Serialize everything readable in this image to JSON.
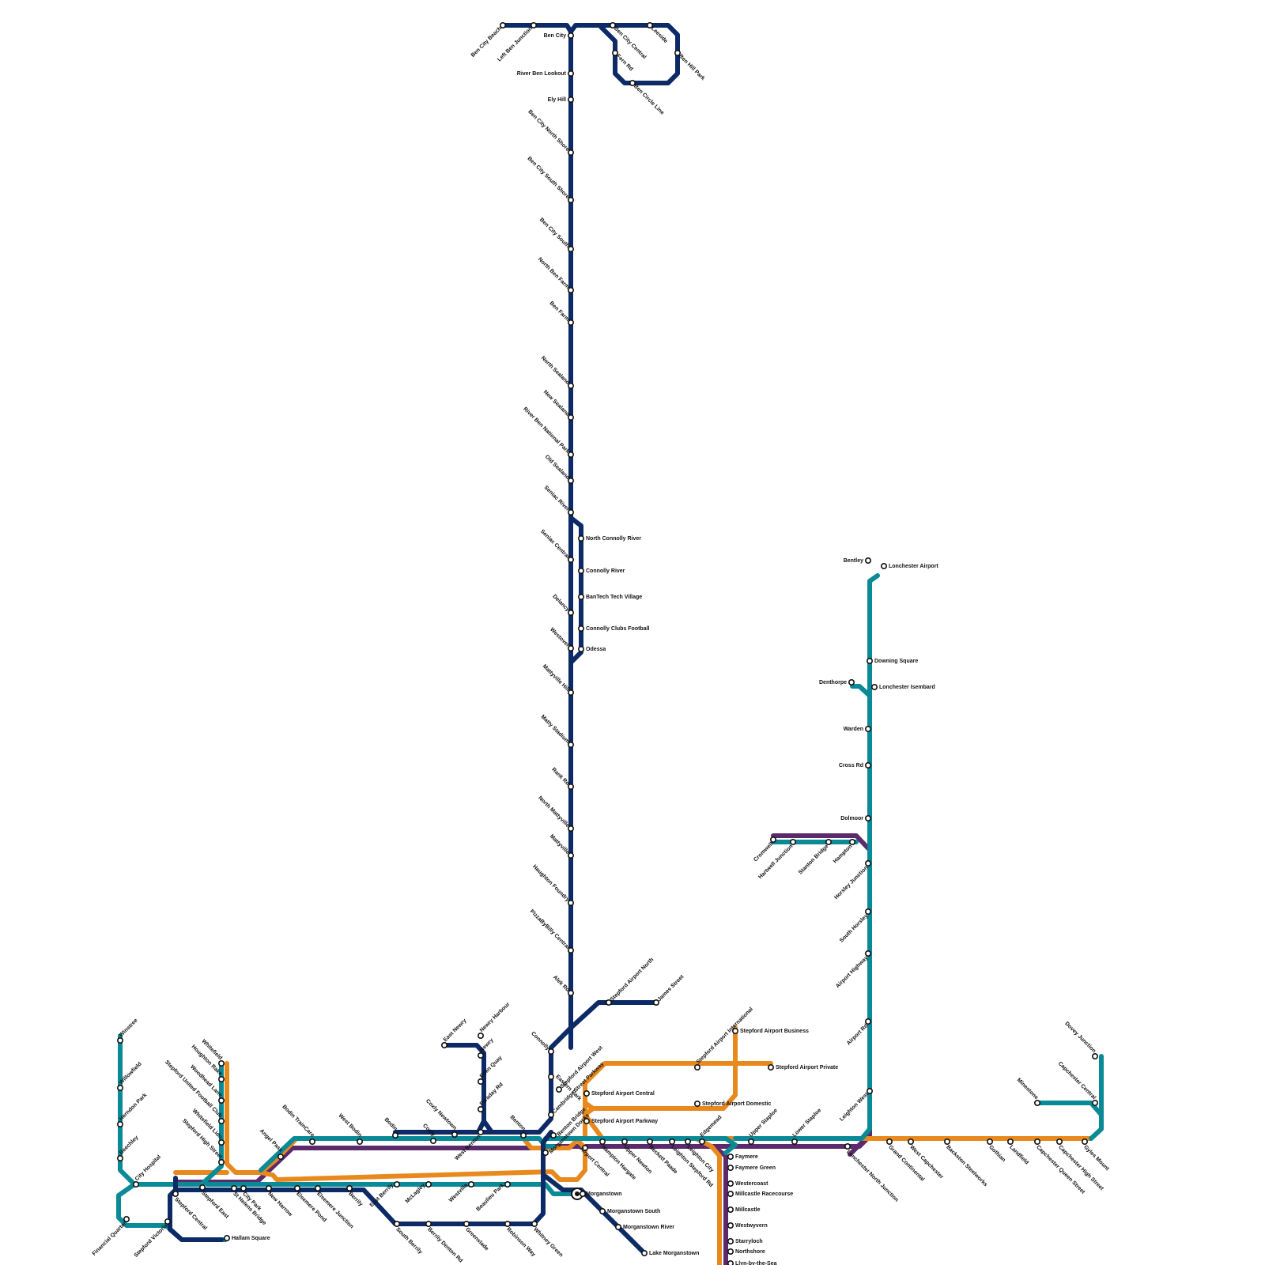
{
  "lines": [
    {
      "id": "navy",
      "color": "#0b2a66"
    },
    {
      "id": "teal",
      "color": "#0a8a96"
    },
    {
      "id": "orange",
      "color": "#e8891d"
    },
    {
      "id": "purple",
      "color": "#5a2a6b"
    }
  ],
  "stations": {
    "ben_city_beach": "Ben City Beach",
    "left_ben_junction": "Left Ben Junction",
    "ben_city": "Ben City",
    "ben_city_central": "Ben City Central",
    "leeside": "Leeside",
    "ben_hill_park": "Ben Hill Park",
    "fern_rd": "Fern Rd",
    "ben_circle_line": "Ben Circle Line",
    "river_ben_lookout": "River Ben Lookout",
    "ely_hill": "Ely Hill",
    "ben_city_north_shore": "Ben City North Shore",
    "ben_city_south_shore": "Ben City South Shore",
    "ben_city_south": "Ben City South",
    "north_ben_farm": "North Ben Farm",
    "ben_farm": "Ben Farm",
    "north_sealand": "North Sealand",
    "new_sealand": "New Sealand",
    "river_ben_national_park": "River Ben National Park",
    "old_sealand": "Old Sealand",
    "seniac_river": "Seniac River",
    "north_connolly_river": "North Connolly River",
    "seniac_central": "Seniac Central",
    "connolly_river": "Connolly River",
    "bantech_tech_village": "BanTech Tech Village",
    "delancy": "Delancy",
    "connolly_clubs_football": "Connolly Clubs Football",
    "westover": "Westover",
    "odessa": "Odessa",
    "mattyville_hill": "Mattyville Hill",
    "matty_stadium": "Matty Stadium",
    "rank_rd": "Rank Rd",
    "north_mattyville": "North Mattyville",
    "mattyville": "Mattyville",
    "haughton_foundry": "Haughton Foundry",
    "pizzabilly_central": "PizzaByBilly Central",
    "alek_rd": "Alek Rd",
    "stepford_airport_north": "Stepford Airport North",
    "james_street": "James Street",
    "connolly": "Connolly",
    "eastern_park": "Eastern Park",
    "stepford_airport_west": "Stepford Airport West",
    "cambridge_street_parkway": "Cambridge Street Parkway",
    "stepford_airport_central": "Stepford Airport Central",
    "stepford_airport_parkway": "Stepford Airport Parkway",
    "stepford_airport_international": "Stepford Airport International",
    "stepford_airport_business": "Stepford Airport Business",
    "stepford_airport_private": "Stepford Airport Private",
    "stepford_airport_domestic": "Stepford Airport Domestic",
    "east_newry": "East Newry",
    "newry_harbour": "Newry Harbour",
    "newry": "Newry",
    "eden_quay": "Eden Quay",
    "faraday_rd": "Faraday Rd",
    "coxly_newtown": "Coxly Newtown",
    "coxly": "Coxly",
    "bodin": "Bodin",
    "west_bodin": "West Bodin",
    "bodin_traincare": "Bodin TrainCare",
    "angel_pass": "Angel Pass",
    "west_benton": "West Benton",
    "benton": "Benton",
    "benton_bridge": "Benton Bridge",
    "morganstown_docks": "Morganstown Docks",
    "morganstown": "Morganstown",
    "morganstown_south": "Morganstown South",
    "morganstown_river": "Morganstown River",
    "lake_morganstown": "Lake Morganstown",
    "airport_central": "Airport Central",
    "hampton_hargate": "Hampton Hargate",
    "upper_newton": "Upper Newton",
    "beckett_paade": "Beckett Paade",
    "leighton_stepford_rd": "Leighton Stepford Rd",
    "leighton_city": "Leighton City",
    "edgemead": "Edgemead",
    "upper_staploe": "Upper Staploe",
    "lower_staploe": "Lower Staploe",
    "leighton_west": "Leighton West",
    "llyn_by_the_sea": "Llyn-by-the-Sea",
    "northshore": "Northshore",
    "starryloch": "Starryloch",
    "westwyvern": "Westwyvern",
    "millcastle": "Millcastle",
    "millcastle_racecourse": "Millcastle Racecourse",
    "westercoast": "Westercoast",
    "faymere_green": "Faymere Green",
    "faymere": "Faymere",
    "bentley": "Bentley",
    "lonchester_airport": "Lonchester Airport",
    "downing_square": "Downing Square",
    "denthorpe": "Denthorpe",
    "lonchester_isembard": "Lonchester Isembard",
    "warden": "Warden",
    "cross_rd": "Cross Rd",
    "dolmoor": "Dolmoor",
    "cromwell": "Cromwell",
    "hartwell_junction": "Hartwell Junction",
    "stanton_bridge": "Stanton Bridge",
    "hampton": "Hampton",
    "horsley_junction": "Horsley Junction",
    "south_horsley": "South Horsley",
    "airport_highway": "Airport Highway",
    "airport_rd": "Airport Rd",
    "lonchester_north_junction": "Lonchester North Junction",
    "grand_continental": "Grand Continental",
    "west_capchester": "West Capchester",
    "backston_steelworks": "Backston Steelworks",
    "gothian": "Gothian",
    "landfield": "Landfield",
    "capchester_queen_street": "Capchester Queen Street",
    "capchester_high_street": "Capchester High Street",
    "gyles_mount": "Gyles Mount",
    "minestone": "Minestone",
    "capchester_central": "Capchester Central",
    "dovey_junction": "Dovey Junction",
    "winstree": "Winstree",
    "willowfield": "Willowfield",
    "herndon_park": "Herndon Park",
    "beechley": "Beechley",
    "city_hospital": "City Hospital",
    "financial_quarter": "Financial Quarter",
    "stepford_victoria": "Stepford Victoria",
    "hallam_square": "Hallam Square",
    "stepford_central": "Stepford Central",
    "stepford_east": "Stepford East",
    "st_helens_bridge": "St Helens Bridge",
    "city_park": "City Park",
    "new_harrow": "New Harrow",
    "elsemere_pond": "Elsemere Pond",
    "elsemere_junction": "Elsemere Junction",
    "berrily": "Berrily",
    "east_berrily": "East Berrily",
    "south_berrily": "South Berrily",
    "berrily_denton_rd": "Berrily Denton Rd",
    "mclagley": "McLagley",
    "westvilla": "Westvilla",
    "greenslade": "Greenslade",
    "beaulieu_park": "Beaulieu Park",
    "robinson_way": "Robinson Way",
    "whitney_green": "Whitney Green",
    "whitefield": "Whitefield",
    "houghton_rake": "Houghton Rake",
    "woodhead_lane": "Woodhead Lane",
    "stepford_united_football_club": "Stepford United Football Club",
    "whitefield_lido": "Whitefield Lido",
    "stepford_high_street": "Stepford High Street"
  }
}
